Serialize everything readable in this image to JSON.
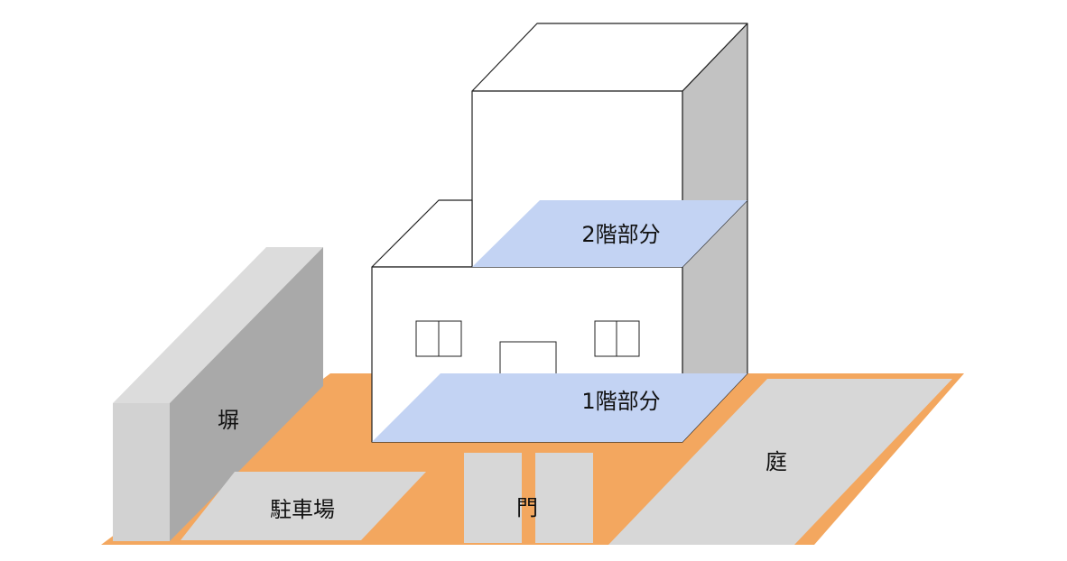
{
  "labels": {
    "wall": "塀",
    "parking": "駐車場",
    "gate": "門",
    "garden": "庭",
    "floor1": "1階部分",
    "floor2": "2階部分"
  },
  "colors": {
    "ground": "#f3a75f",
    "floor_highlight": "#c3d3f3",
    "paving": "#d7d7d7",
    "wall_front": "#d2d2d2",
    "wall_side": "#a9a9a9",
    "wall_top": "#dcdcdc",
    "building_side": "#c2c2c2",
    "building_front": "#ffffff",
    "outline": "#222222"
  }
}
